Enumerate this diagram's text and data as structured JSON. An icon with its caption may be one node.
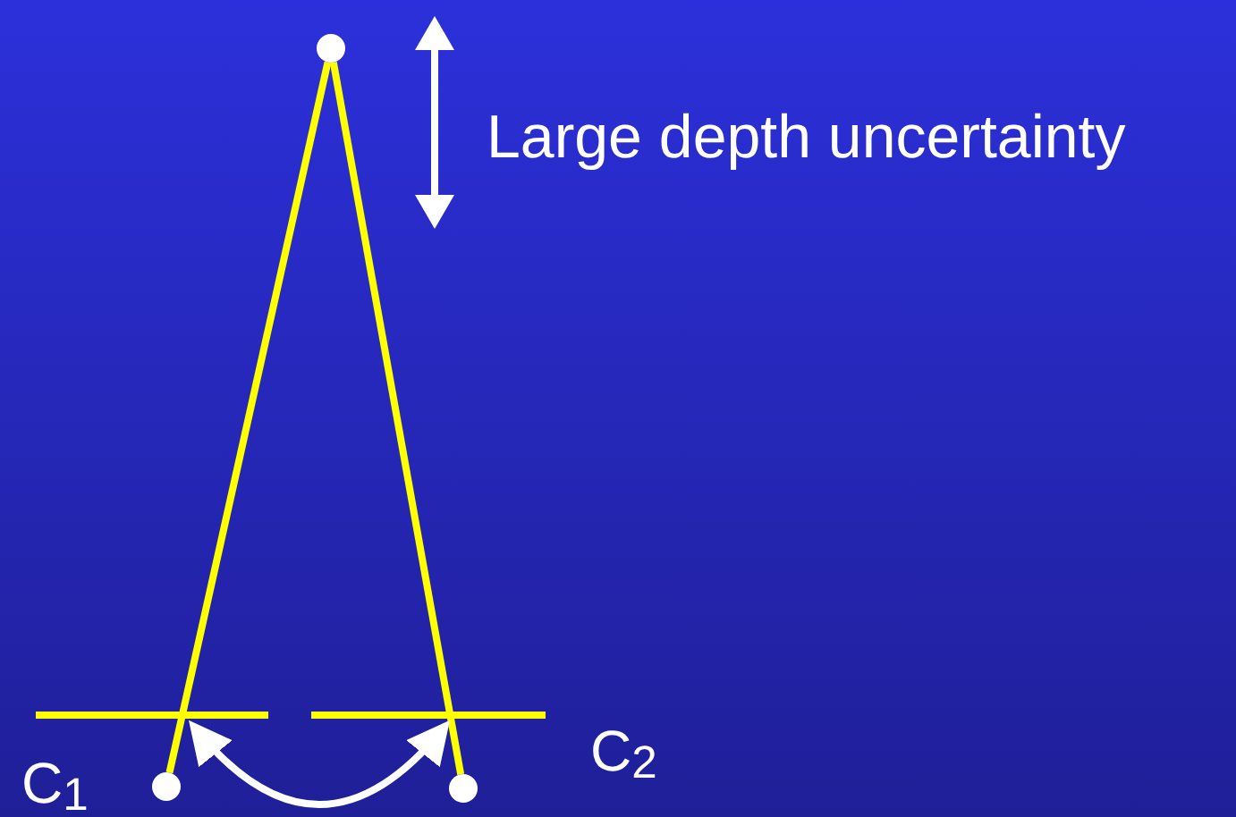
{
  "diagram": {
    "nodes": [
      {
        "text": [],
        "shape": "circle"
      },
      {
        "text": [],
        "shape": "bar"
      },
      {
        "text": [],
        "shape": "bar"
      },
      {
        "text": [],
        "shape": "circle"
      },
      {
        "text": [],
        "shape": "circle"
      }
    ],
    "edges": [
      {
        "from": 3,
        "to": 0,
        "arrow": "none"
      },
      {
        "from": 4,
        "to": 0,
        "arrow": "none"
      },
      {
        "from": 1,
        "to": 2,
        "arrow": "both",
        "color": "#ffffff"
      }
    ],
    "labels": [
      "Large depth uncertainty",
      "C$_{2}$",
      "C$_{1}$"
    ]
  }
}
